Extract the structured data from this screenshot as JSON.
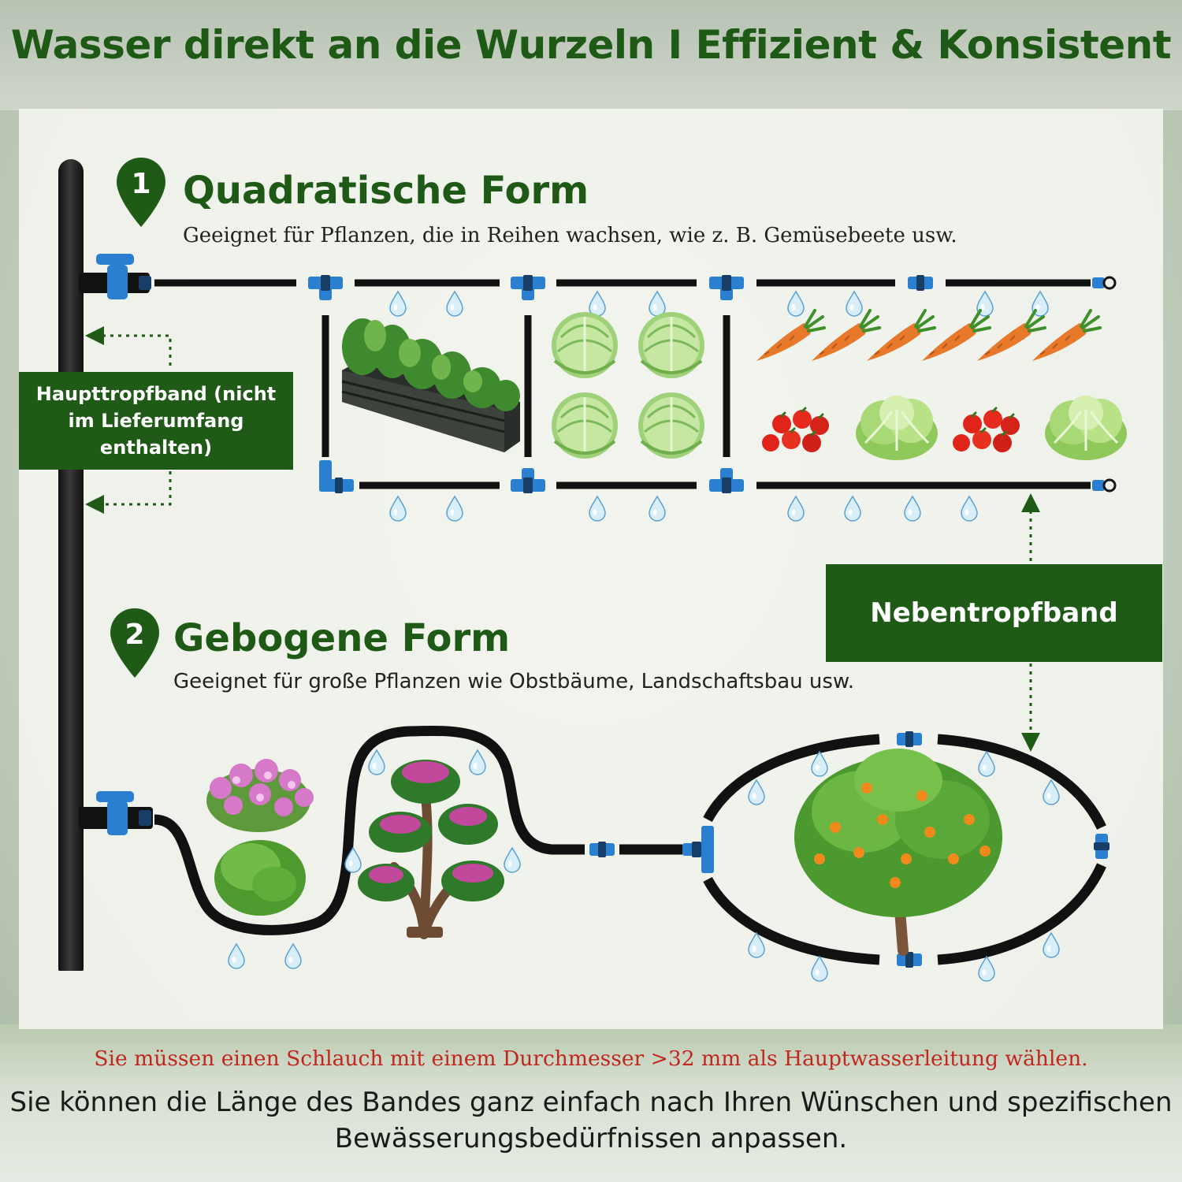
{
  "headline": "Wasser direkt an die Wurzeln I Effizient & Konsistent",
  "sections": [
    {
      "number": "1",
      "title": "Quadratische Form",
      "subtitle": "Geeignet für Pflanzen, die in Reihen wachsen, wie z. B. Gemüsebeete usw."
    },
    {
      "number": "2",
      "title": "Gebogene Form",
      "subtitle": "Geeignet für große Pflanzen wie Obstbäume, Landschaftsbau usw."
    }
  ],
  "labels": {
    "main_drip_tape": "Haupttropfband (nicht im Lieferumfang enthalten)",
    "secondary_drip_tape": "Nebentropfband"
  },
  "warning": "Sie müssen einen Schlauch mit einem Durchmesser >32 mm als Hauptwasserleitung wählen.",
  "footer": "Sie können die Länge des Bandes ganz einfach nach Ihren Wünschen und spezifischen Bewässerungsbedürfnissen anpassen.",
  "icons": [
    "valve-icon",
    "tee-connector-icon",
    "straight-connector-icon",
    "end-cap-icon",
    "water-drop-icon",
    "raised-bed-icon",
    "cabbage-icon",
    "carrot-icon",
    "tomato-icon",
    "lettuce-icon",
    "flower-bush-icon",
    "shrub-icon",
    "bonsai-tree-icon",
    "fruit-tree-icon",
    "location-pin-icon",
    "arrow-icon"
  ],
  "colors": {
    "brand_green": "#1f5a17",
    "warning_red": "#c0271d",
    "connector_blue": "#2a7fd0",
    "pipe_black": "#111111"
  }
}
